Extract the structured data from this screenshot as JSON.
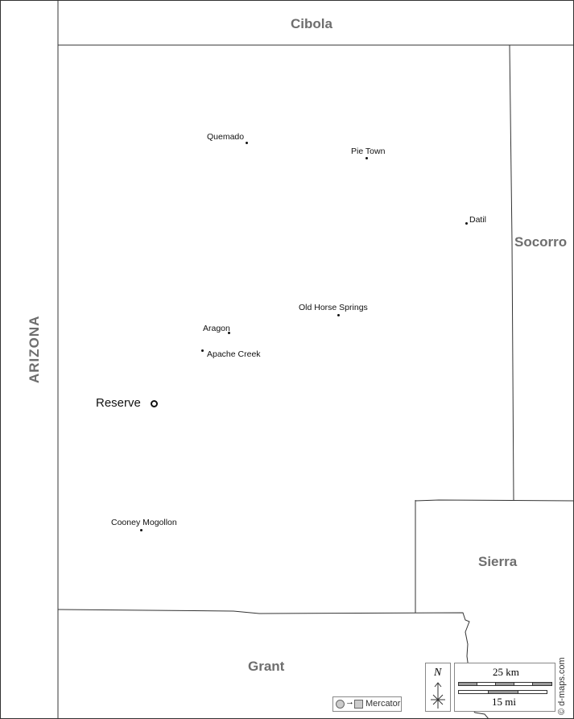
{
  "regions": {
    "cibola": "Cibola",
    "arizona": "ARIZONA",
    "socorro": "Socorro",
    "sierra": "Sierra",
    "grant": "Grant"
  },
  "county_seat": {
    "name": "Reserve"
  },
  "towns": [
    {
      "name": "Quemado"
    },
    {
      "name": "Pie Town"
    },
    {
      "name": "Datil"
    },
    {
      "name": "Old Horse Springs"
    },
    {
      "name": "Aragon"
    },
    {
      "name": "Apache Creek"
    },
    {
      "name": "Cooney Mogollon"
    }
  ],
  "legend": {
    "north": "N",
    "scale_km": "25 km",
    "scale_mi": "15 mi",
    "projection": "Mercator",
    "credit": "© d-maps.com"
  }
}
